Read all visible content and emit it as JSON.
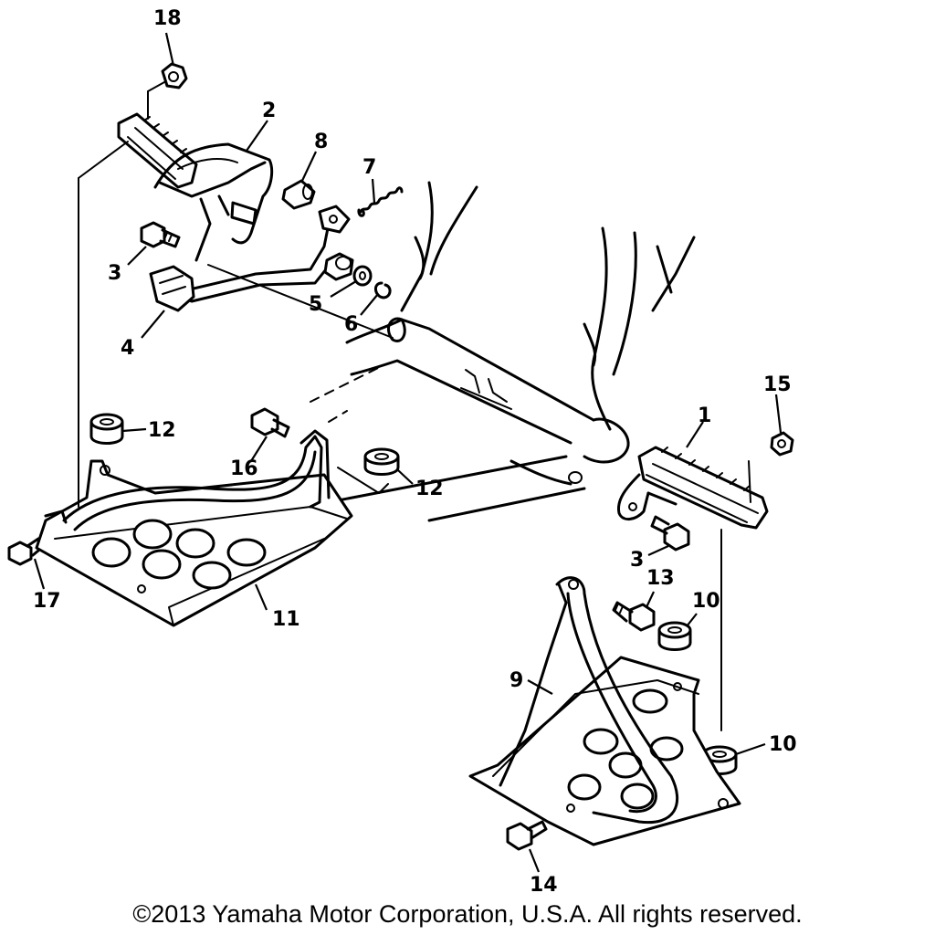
{
  "labels": {
    "l1": "1",
    "l2": "2",
    "l3a": "3",
    "l3b": "3",
    "l4": "4",
    "l5": "5",
    "l6": "6",
    "l7": "7",
    "l8": "8",
    "l9": "9",
    "l10a": "10",
    "l10b": "10",
    "l11": "11",
    "l12a": "12",
    "l12b": "12",
    "l13": "13",
    "l14": "14",
    "l15": "15",
    "l16": "16",
    "l17": "17",
    "l18": "18"
  },
  "copyright": "©2013 Yamaha Motor Corporation, U.S.A. All rights reserved."
}
